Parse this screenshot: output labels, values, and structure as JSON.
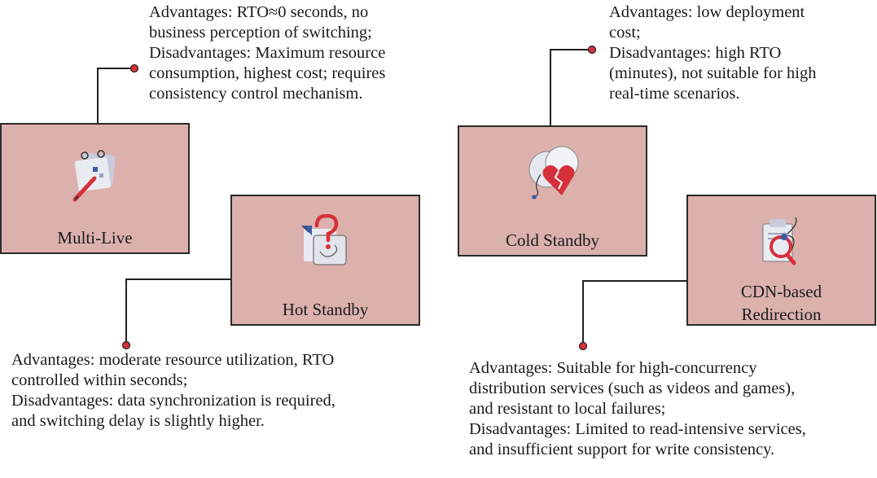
{
  "colors": {
    "box_fill": "#dcb1ad",
    "connector_dot": "#d6303a",
    "border": "#2a2a2a"
  },
  "strategies": [
    {
      "id": "multi-live",
      "label": "Multi-Live",
      "icon": "calendar-pencil-icon",
      "text": [
        "Advantages: RTO≈0 seconds, no",
        "business perception of switching;",
        "Disadvantages: Maximum resource",
        "consumption, highest cost; requires",
        "consistency control mechanism."
      ]
    },
    {
      "id": "hot-standby",
      "label": "Hot Standby",
      "icon": "question-hand-icon",
      "text": [
        "Advantages: moderate resource utilization, RTO",
        "controlled within seconds;",
        "Disadvantages: data synchronization is required,",
        "and switching delay is slightly higher."
      ]
    },
    {
      "id": "cold-standby",
      "label": "Cold Standby",
      "icon": "broken-heart-icon",
      "text": [
        "Advantages: low deployment",
        "cost;",
        "Disadvantages: high RTO",
        "(minutes), not suitable for high",
        "real-time scenarios."
      ]
    },
    {
      "id": "cdn-redirection",
      "label_lines": [
        "CDN-based",
        "Redirection"
      ],
      "icon": "magnifier-document-icon",
      "text": [
        "Advantages: Suitable for high-concurrency",
        "distribution services (such as videos and games),",
        "and resistant to local failures;",
        "Disadvantages: Limited to read-intensive services,",
        "and insufficient support for write consistency."
      ]
    }
  ]
}
